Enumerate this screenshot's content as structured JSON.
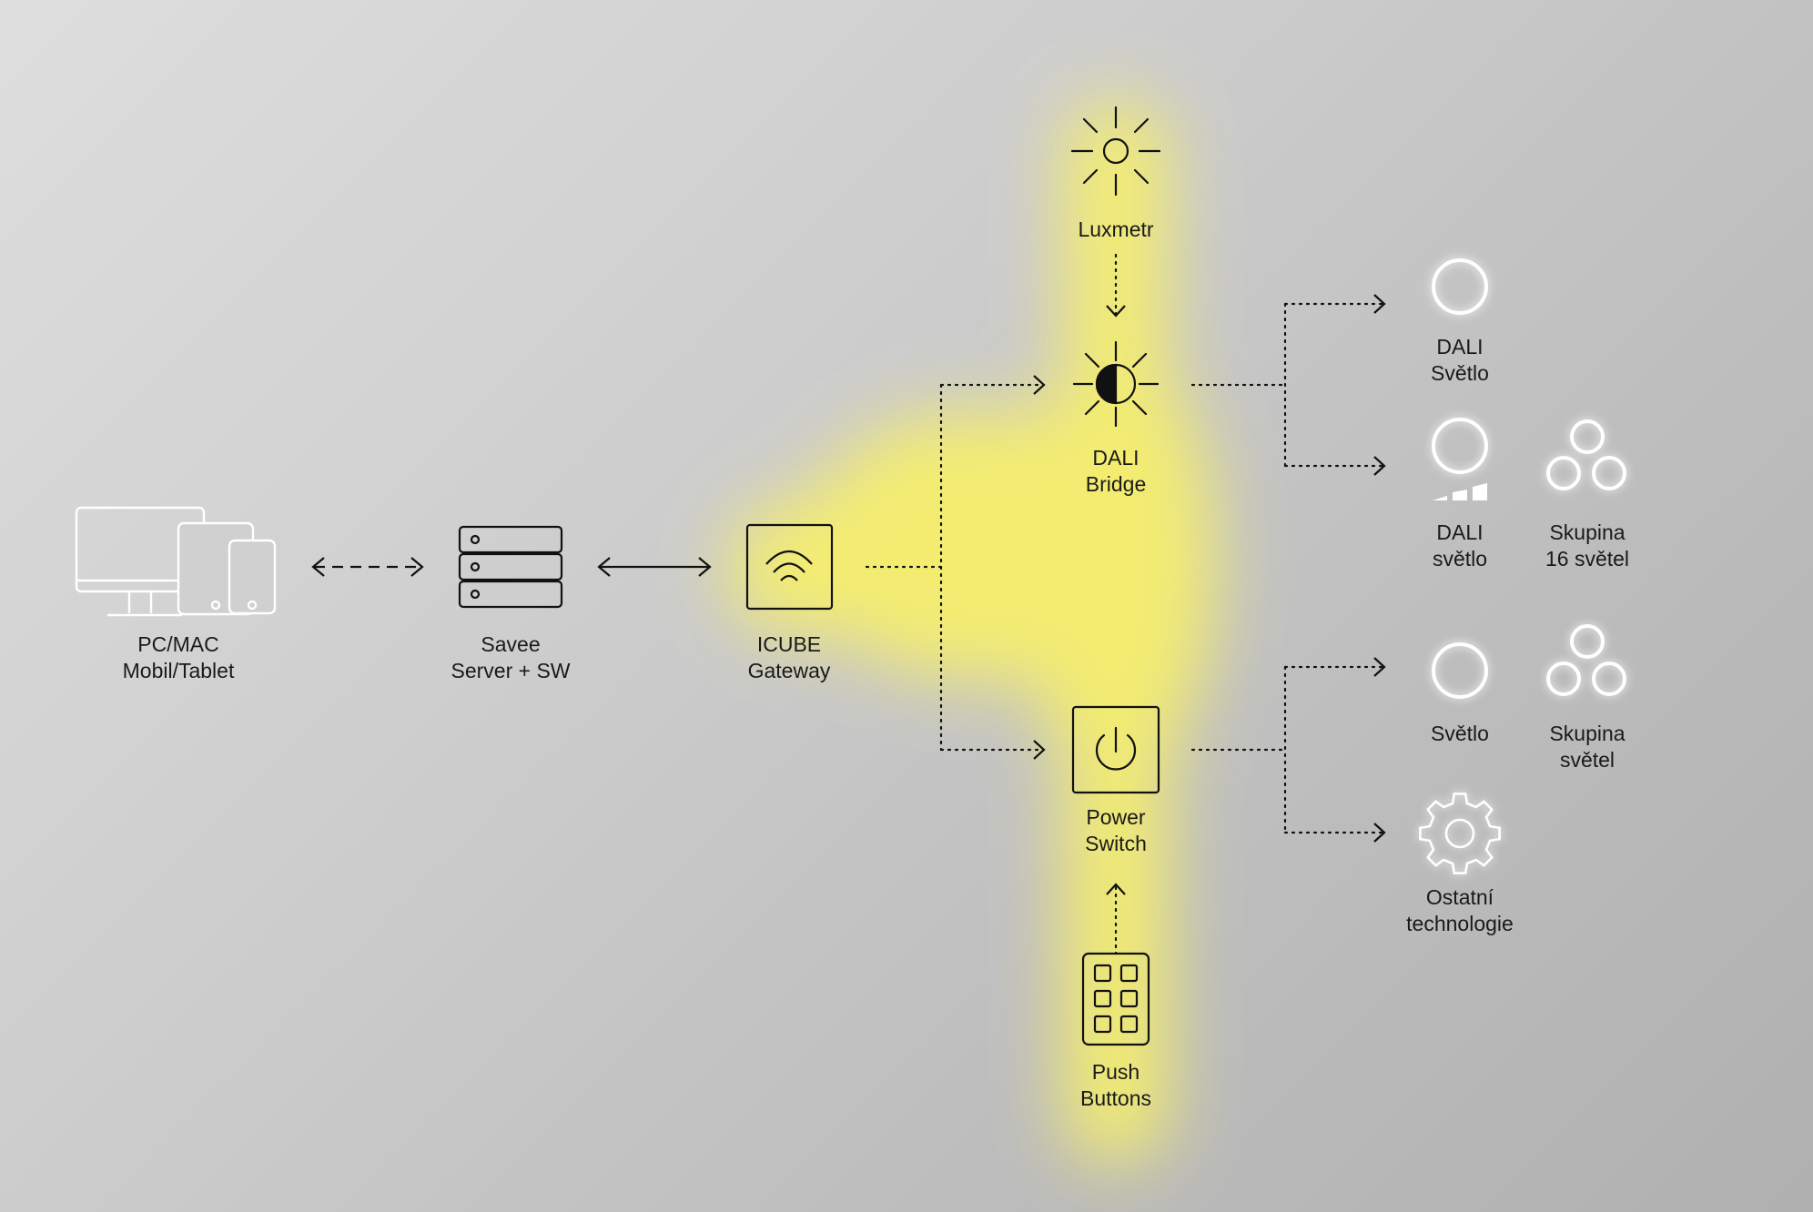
{
  "colors": {
    "glow": "#f7f06a",
    "stroke_dark": "#111111",
    "stroke_light": "#ffffff",
    "background": "#cfcfcf"
  },
  "nodes": {
    "pc": {
      "line1": "PC/MAC",
      "line2": "Mobil/Tablet",
      "icon": "devices-icon"
    },
    "server": {
      "line1": "Savee",
      "line2": "Server + SW",
      "icon": "server-icon"
    },
    "gateway": {
      "line1": "ICUBE",
      "line2": "Gateway",
      "icon": "wifi-gateway-icon"
    },
    "luxmetr": {
      "line1": "Luxmetr",
      "icon": "sun-icon"
    },
    "dali_bridge": {
      "line1": "DALI",
      "line2": "Bridge",
      "icon": "half-sun-icon"
    },
    "power_switch": {
      "line1": "Power",
      "line2": "Switch",
      "icon": "power-icon"
    },
    "push_buttons": {
      "line1": "Push",
      "line2": "Buttons",
      "icon": "keypad-icon"
    },
    "dali_svetlo": {
      "line1": "DALI",
      "line2": "Světlo",
      "icon": "light-ring-icon"
    },
    "dali_svetlo_dim": {
      "line1": "DALI",
      "line2": "světlo",
      "icon": "dimmable-light-icon"
    },
    "skupina_16": {
      "line1": "Skupina",
      "line2": "16 světel",
      "icon": "light-group-icon"
    },
    "svetlo": {
      "line1": "Světlo",
      "icon": "light-ring-icon"
    },
    "skupina_svetel": {
      "line1": "Skupina",
      "line2": "světel",
      "icon": "light-group-icon"
    },
    "ostatni": {
      "line1": "Ostatní",
      "line2": "technologie",
      "icon": "gear-icon"
    }
  }
}
